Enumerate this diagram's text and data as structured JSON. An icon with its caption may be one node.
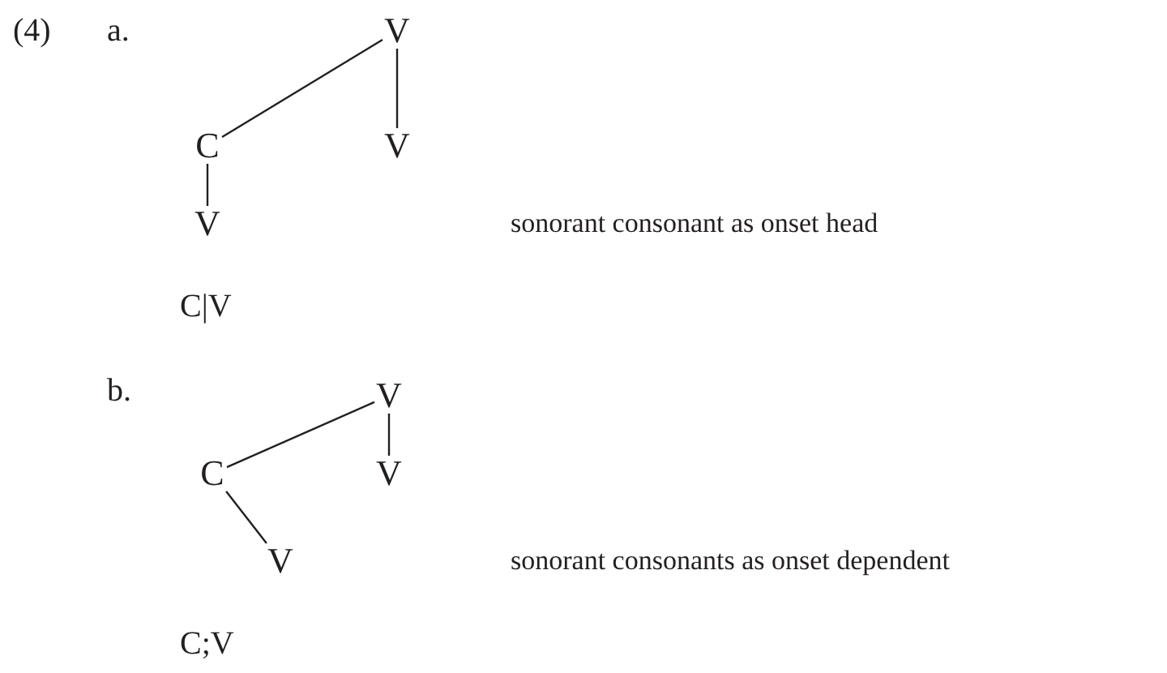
{
  "diagram": {
    "nodes": [
      {
        "text": [
          "V"
        ]
      },
      {
        "text": [
          "C"
        ]
      },
      {
        "text": [
          "V"
        ]
      },
      {
        "text": [
          "V"
        ]
      },
      {
        "text": [
          "V"
        ]
      },
      {
        "text": [
          "C"
        ]
      },
      {
        "text": [
          "V"
        ]
      },
      {
        "text": [
          "V"
        ]
      }
    ],
    "edges": [
      {
        "from": 0,
        "to": 1,
        "arrow": "none"
      },
      {
        "from": 0,
        "to": 2,
        "arrow": "none"
      },
      {
        "from": 1,
        "to": 3,
        "arrow": "none"
      },
      {
        "from": 4,
        "to": 5,
        "arrow": "none"
      },
      {
        "from": 4,
        "to": 6,
        "arrow": "none"
      },
      {
        "from": 5,
        "to": 7,
        "arrow": "none"
      }
    ],
    "labels": [
      "(4)",
      "a.",
      "sonorant consonant as onset head",
      "C|V",
      "b.",
      "sonorant consonants as onset dependent",
      "C;V"
    ]
  }
}
